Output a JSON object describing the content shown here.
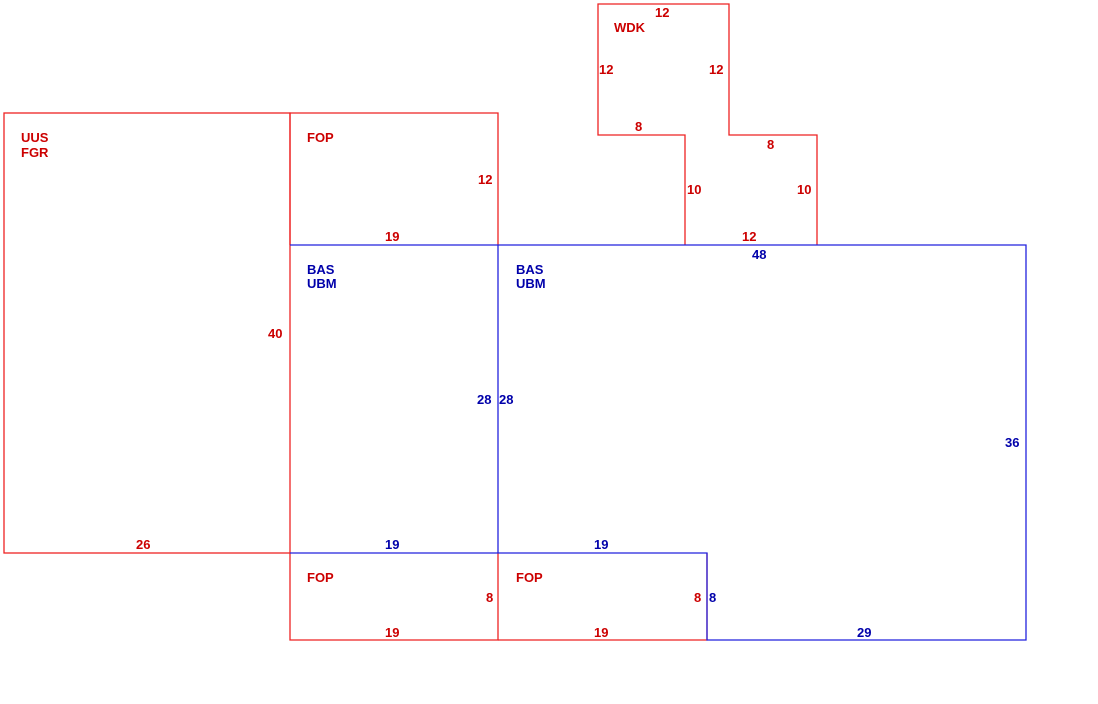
{
  "colors": {
    "red": "#cc0000",
    "blue": "#0000aa"
  },
  "areas": {
    "uus": {
      "line1": "UUS",
      "line2": "FGR"
    },
    "fop_top": {
      "label": "FOP"
    },
    "wdk": {
      "label": "WDK"
    },
    "bas_left": {
      "line1": "BAS",
      "line2": "UBM"
    },
    "bas_right": {
      "line1": "BAS",
      "line2": "UBM"
    },
    "fop_bottom_left": {
      "label": "FOP"
    },
    "fop_bottom_right": {
      "label": "FOP"
    }
  },
  "dims": {
    "uus_side": "40",
    "uus_bottom": "26",
    "fop_top_side": "12",
    "fop_top_bottom": "19",
    "wdk_top": "12",
    "wdk_left": "12",
    "wdk_right": "12",
    "wdk_left_step": "8",
    "wdk_right_step": "8",
    "wdk_lower_left": "10",
    "wdk_lower_right": "10",
    "wdk_bottom": "12",
    "bas_top": "48",
    "bas_left_side": "28",
    "bas_right_side": "28",
    "bas_far_right": "36",
    "bas_left_bottom": "19",
    "bas_right_bottom": "19",
    "bas_notch": "8",
    "bas_bottom": "29",
    "fop_bl_side": "8",
    "fop_bl_bottom": "19",
    "fop_br_side": "8",
    "fop_br_bottom": "19"
  }
}
